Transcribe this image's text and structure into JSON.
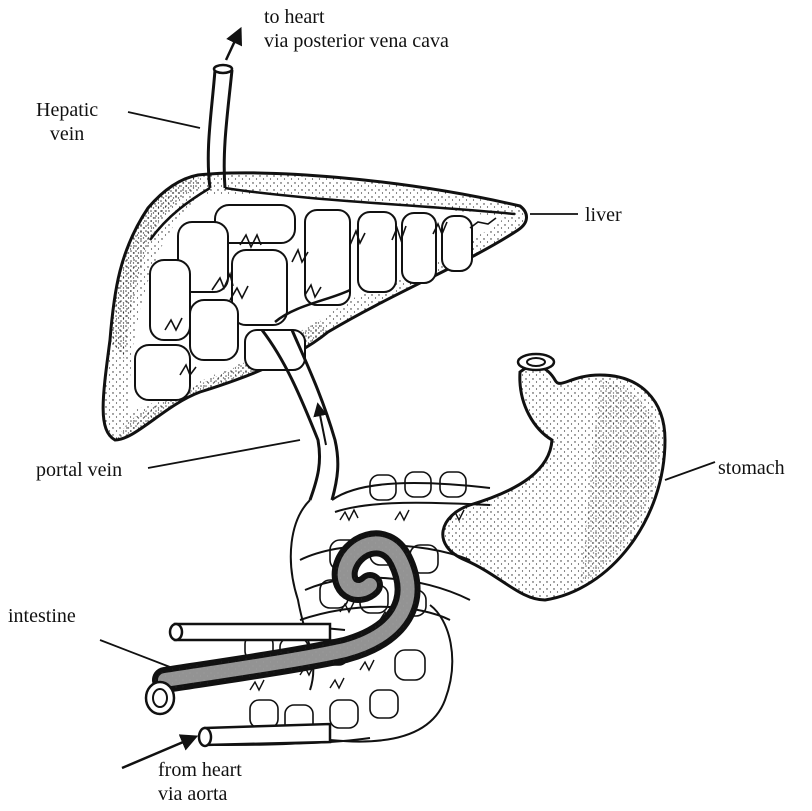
{
  "labels": {
    "to_heart": [
      "to heart",
      "via posterior vena cava"
    ],
    "hepatic_vein": [
      "Hepatic",
      "vein"
    ],
    "liver": "liver",
    "stomach": "stomach",
    "portal_vein": "portal vein",
    "intestine": "intestine",
    "from_heart": [
      "from heart",
      "via aorta"
    ]
  }
}
